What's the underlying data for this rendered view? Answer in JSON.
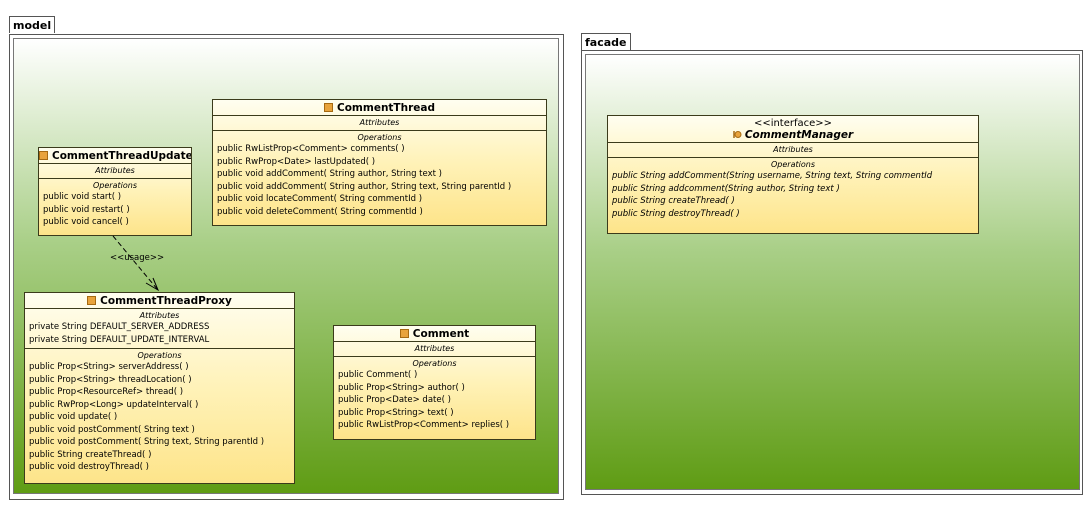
{
  "packages": {
    "model": {
      "label": "model"
    },
    "facade": {
      "label": "facade"
    }
  },
  "classes": {
    "comment_thread_updater": {
      "name": "CommentThreadUpdater",
      "attributes_title": "Attributes",
      "operations_title": "Operations",
      "operations": [
        "public void  start( )",
        "public void  restart( )",
        "public void  cancel( )"
      ]
    },
    "comment_thread": {
      "name": "CommentThread",
      "attributes_title": "Attributes",
      "operations_title": "Operations",
      "operations": [
        "public RwListProp<Comment>  comments( )",
        "public RwProp<Date>  lastUpdated( )",
        "public void  addComment( String author, String text )",
        "public void  addComment( String author, String text, String parentId )",
        "public void  locateComment( String commentId )",
        "public void  deleteComment( String commentId )"
      ]
    },
    "comment_thread_proxy": {
      "name": "CommentThreadProxy",
      "attributes_title": "Attributes",
      "attributes": [
        "private String DEFAULT_SERVER_ADDRESS",
        "private String DEFAULT_UPDATE_INTERVAL"
      ],
      "operations_title": "Operations",
      "operations": [
        "public Prop<String>  serverAddress( )",
        "public Prop<String>  threadLocation( )",
        "public Prop<ResourceRef>  thread( )",
        "public RwProp<Long>  updateInterval( )",
        "public void  update( )",
        "public void  postComment( String text )",
        "public void  postComment( String text, String parentId )",
        "public String  createThread( )",
        "public void  destroyThread( )"
      ]
    },
    "comment": {
      "name": "Comment",
      "attributes_title": "Attributes",
      "operations_title": "Operations",
      "operations": [
        "public Comment( )",
        "public Prop<String>  author( )",
        "public Prop<Date>  date( )",
        "public Prop<String>  text( )",
        "public RwListProp<Comment>  replies( )"
      ]
    },
    "comment_manager": {
      "stereotype": "<<interface>>",
      "name": "CommentManager",
      "attributes_title": "Attributes",
      "operations_title": "Operations",
      "operations": [
        "public String  addComment(String username, String text, String commentId",
        "public String  addcomment(String author, String text )",
        "public String  createThread( )",
        "public String  destroyThread( )"
      ]
    }
  },
  "relations": {
    "usage": {
      "label": "<<usage>>"
    }
  }
}
